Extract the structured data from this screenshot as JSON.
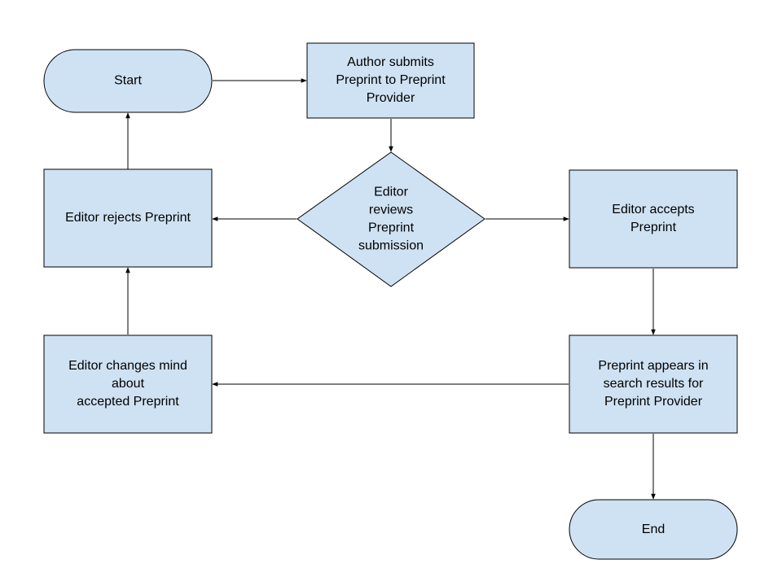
{
  "diagram": {
    "nodes": {
      "start": {
        "shape": "terminal",
        "lines": [
          "Start"
        ]
      },
      "author_submits": {
        "shape": "process",
        "lines": [
          "Author submits",
          "Preprint to Preprint",
          "Provider"
        ]
      },
      "editor_reviews": {
        "shape": "decision",
        "lines": [
          "Editor",
          "reviews",
          "Preprint",
          "submission"
        ]
      },
      "editor_rejects": {
        "shape": "process",
        "lines": [
          "Editor rejects Preprint"
        ]
      },
      "editor_accepts": {
        "shape": "process",
        "lines": [
          "Editor accepts",
          "Preprint"
        ]
      },
      "editor_changes_mind": {
        "shape": "process",
        "lines": [
          "Editor changes mind",
          "about",
          "accepted Preprint"
        ]
      },
      "preprint_appears": {
        "shape": "process",
        "lines": [
          "Preprint appears in",
          "search results for",
          "Preprint Provider"
        ]
      },
      "end": {
        "shape": "terminal",
        "lines": [
          "End"
        ]
      }
    },
    "edges": [
      {
        "from": "start",
        "to": "author_submits"
      },
      {
        "from": "author_submits",
        "to": "editor_reviews"
      },
      {
        "from": "editor_reviews",
        "to": "editor_rejects"
      },
      {
        "from": "editor_reviews",
        "to": "editor_accepts"
      },
      {
        "from": "editor_rejects",
        "to": "start"
      },
      {
        "from": "editor_accepts",
        "to": "preprint_appears"
      },
      {
        "from": "preprint_appears",
        "to": "editor_changes_mind"
      },
      {
        "from": "editor_changes_mind",
        "to": "editor_rejects"
      },
      {
        "from": "preprint_appears",
        "to": "end"
      }
    ]
  },
  "colors": {
    "node_fill": "#cfe2f3",
    "stroke": "#000000",
    "text": "#000000"
  }
}
